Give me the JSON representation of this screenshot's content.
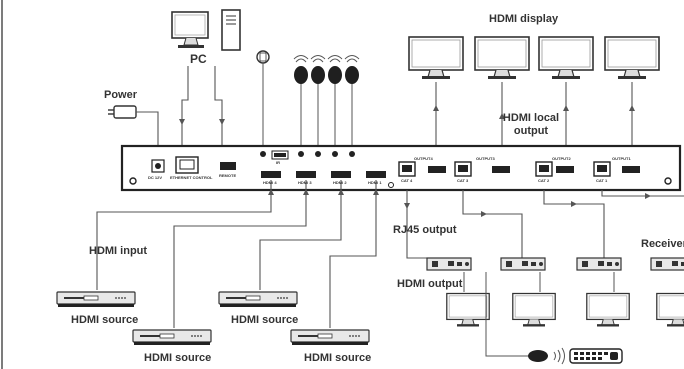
{
  "labels": {
    "pc": "PC",
    "power": "Power",
    "hdmi_display": "HDMI display",
    "hdmi_local_output": "HDMI local output",
    "rj45_output": "RJ45 output",
    "hdmi_input": "HDMI input",
    "receiver": "Receiver",
    "hdmi_output": "HDMI output",
    "hdmi_source": "HDMI source"
  },
  "panel": {
    "dc": "DC 12V",
    "ethernet": "ETHERNET CONTROL",
    "remote": "REMOTE",
    "ir": "IR",
    "hdmi4": "HDMI 4",
    "hdmi3": "HDMI 3",
    "hdmi2": "HDMI 2",
    "hdmi1": "HDMI 1",
    "output4": "OUTPUT4",
    "output3": "OUTPUT3",
    "output2": "OUTPUT2",
    "output1": "OUTPUT1",
    "cat4": "CAT 4",
    "cat3": "CAT 3",
    "cat2": "CAT 2",
    "cat1": "CAT 1"
  },
  "colors": {
    "line": "#555555",
    "device_dark": "#1f1f1f",
    "device_body": "#e8e8e8",
    "screen": "#ffffff"
  }
}
